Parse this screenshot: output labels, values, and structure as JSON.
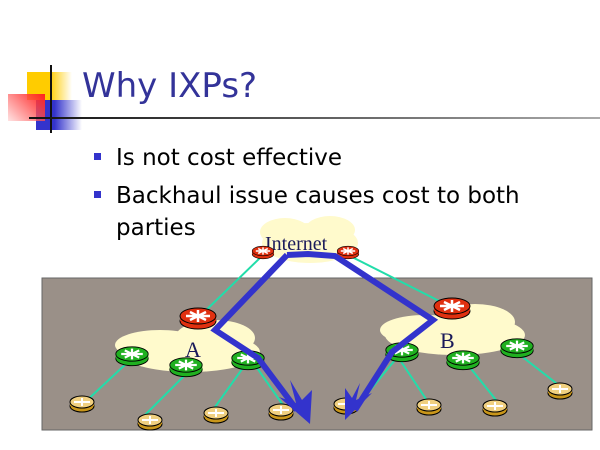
{
  "slide": {
    "title": "Why IXPs?",
    "bullets": [
      {
        "text": "Is not cost effective"
      },
      {
        "text": "Backhaul issue causes cost to both",
        "text2": "parties"
      }
    ]
  },
  "diagram": {
    "cloud_labels": {
      "internet": "Internet",
      "a": "A",
      "b": "B"
    }
  },
  "colors": {
    "title": "#333399",
    "bullet": "#3333cc",
    "ground": "#9a9088",
    "path_arrow": "#3333cc",
    "link": "#22ddaa",
    "cloud": "#fffacc"
  }
}
